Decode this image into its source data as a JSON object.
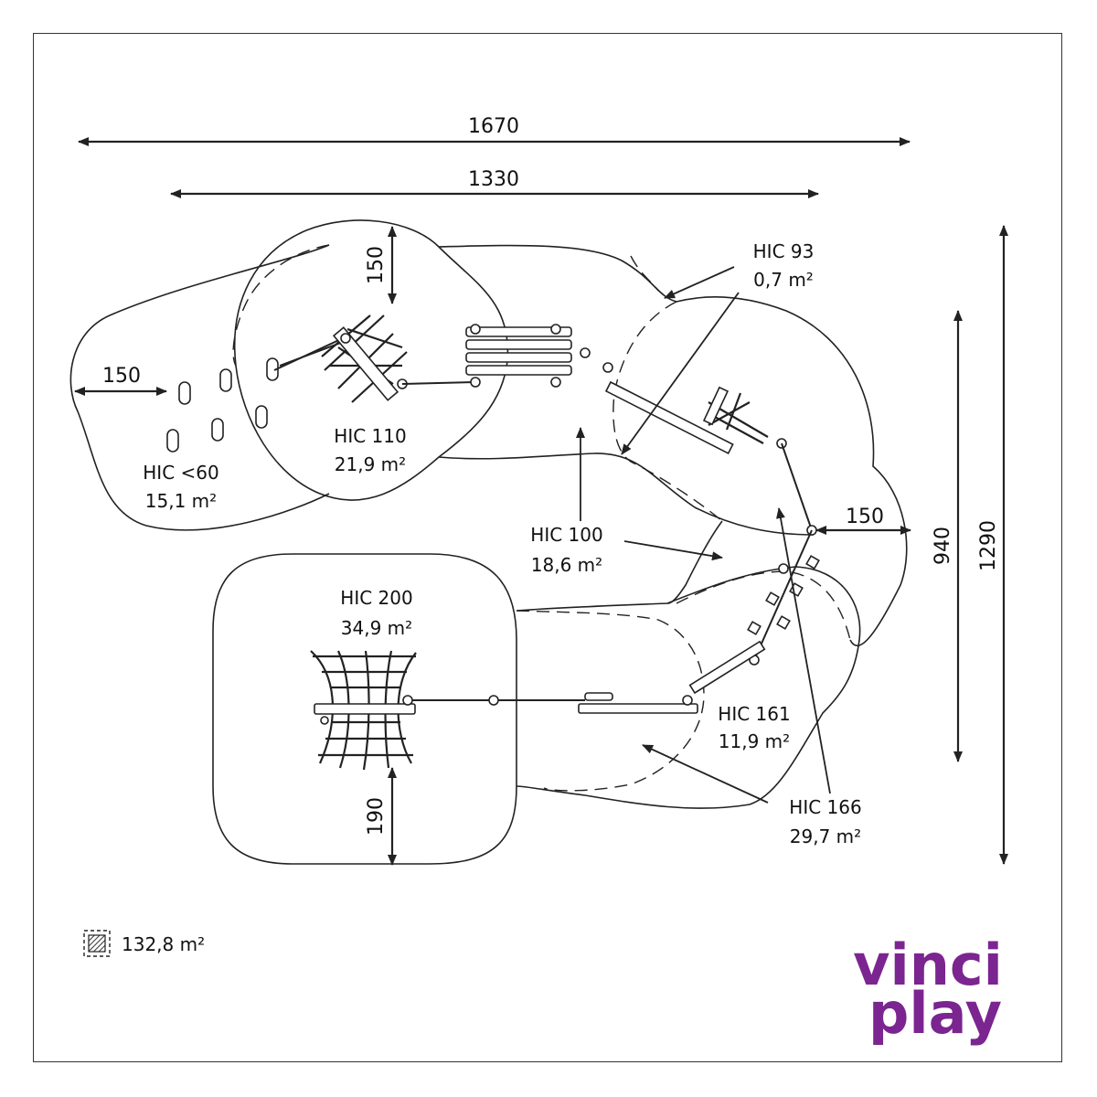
{
  "dimensions": {
    "overall_width": "1670",
    "inner_width": "1330",
    "overall_depth": "1290",
    "inner_depth": "940",
    "top_clearance": "150",
    "left_clearance": "150",
    "right_clearance": "150",
    "bottom_clearance": "190"
  },
  "zones": [
    {
      "hic": "HIC <60",
      "area": "15,1 m²"
    },
    {
      "hic": "HIC 110",
      "area": "21,9 m²"
    },
    {
      "hic": "HIC 93",
      "area": "0,7 m²"
    },
    {
      "hic": "HIC 100",
      "area": "18,6 m²"
    },
    {
      "hic": "HIC 200",
      "area": "34,9 m²"
    },
    {
      "hic": "HIC 161",
      "area": "11,9 m²"
    },
    {
      "hic": "HIC 166",
      "area": "29,7 m²"
    }
  ],
  "total": {
    "area": "132,8 m²",
    "icon": "hatched-area-icon"
  },
  "brand": {
    "line1": "vinci",
    "line2": "play",
    "color": "#7b2590"
  }
}
